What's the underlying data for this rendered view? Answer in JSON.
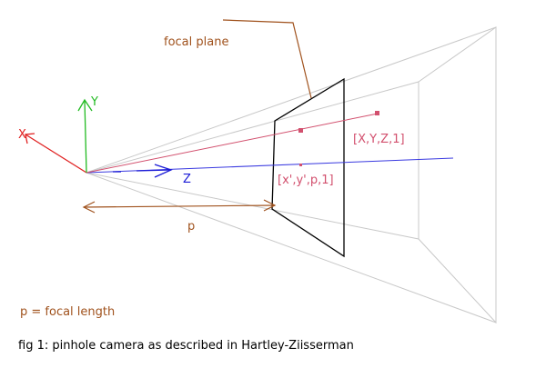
{
  "labels": {
    "focal_plane": "focal plane",
    "axis_x": "X",
    "axis_y": "Y",
    "axis_z": "Z",
    "world_point": "[X,Y,Z,1]",
    "image_point": "[x',y',p,1]",
    "focal_distance": "p",
    "legend_focal_length": "p = focal length",
    "caption": "fig 1: pinhole camera as described in Hartley-Ziisserman"
  },
  "colors": {
    "x_axis": "#e02020",
    "y_axis": "#22bb22",
    "z_axis": "#1a1ad6",
    "brown": "#a0521d",
    "point": "#d2506e",
    "frustum": "#c8c8c8",
    "plane": "#000000",
    "caption": "#000000"
  }
}
